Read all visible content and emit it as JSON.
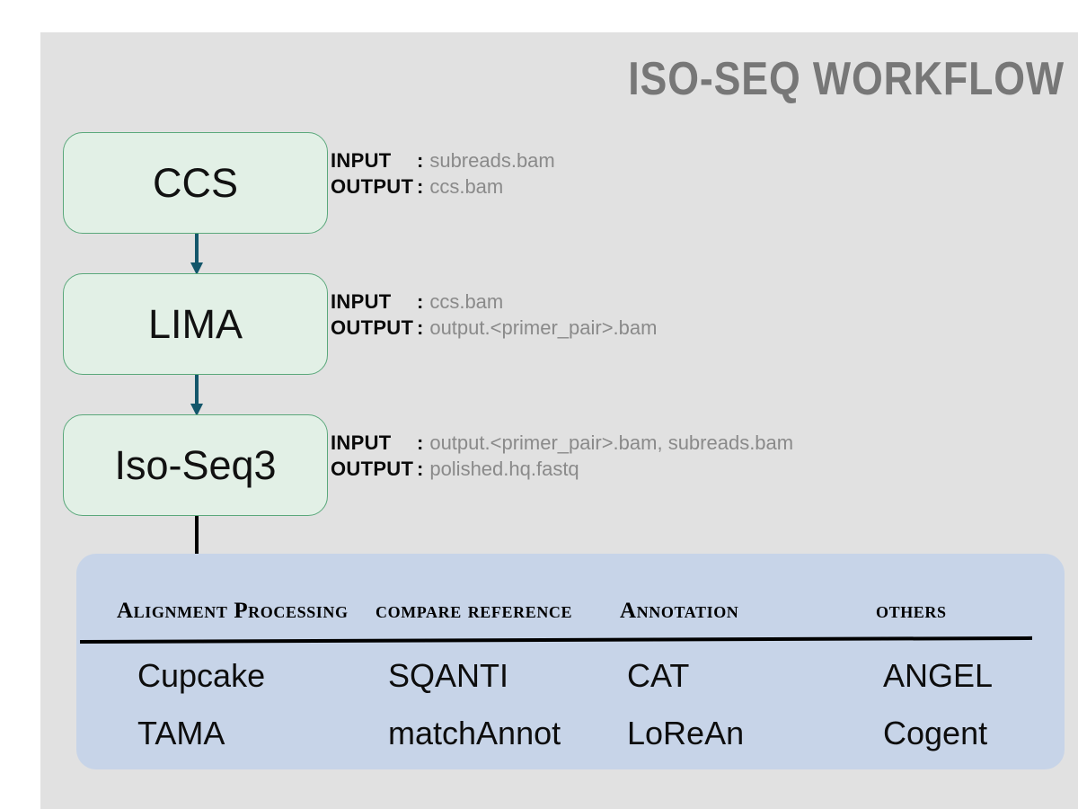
{
  "slide": {
    "title": "ISO-SEQ WORKFLOW",
    "background_color": "#e1e1e1",
    "title_color": "#777777"
  },
  "workflow": {
    "stages": [
      {
        "id": "ccs",
        "name": "CCS",
        "input_label": "INPUT",
        "output_label": "OUTPUT",
        "input_value": "subreads.bam",
        "output_value": "ccs.bam"
      },
      {
        "id": "lima",
        "name": "LIMA",
        "input_label": "INPUT",
        "output_label": "OUTPUT",
        "input_value": "ccs.bam",
        "output_value": "output.<primer_pair>.bam"
      },
      {
        "id": "isoseq3",
        "name": "Iso-Seq3",
        "input_label": "INPUT",
        "output_label": "OUTPUT",
        "input_value": "output.<primer_pair>.bam, subreads.bam",
        "output_value": "polished.hq.fastq"
      }
    ],
    "colon": ":",
    "box_fill_color": "#e2f0e6",
    "box_border_color": "#5aa87b",
    "arrow_color_teal": "#14576b",
    "arrow_color_black": "#000000"
  },
  "tools_panel": {
    "background_color": "#c7d4e8",
    "headers": [
      "Alignment Processing",
      "compare reference",
      "Annotation",
      "others"
    ],
    "rows": [
      [
        "Cupcake",
        "SQANTI",
        "CAT",
        "ANGEL"
      ],
      [
        "TAMA",
        "matchAnnot",
        "LoReAn",
        "Cogent"
      ]
    ]
  }
}
